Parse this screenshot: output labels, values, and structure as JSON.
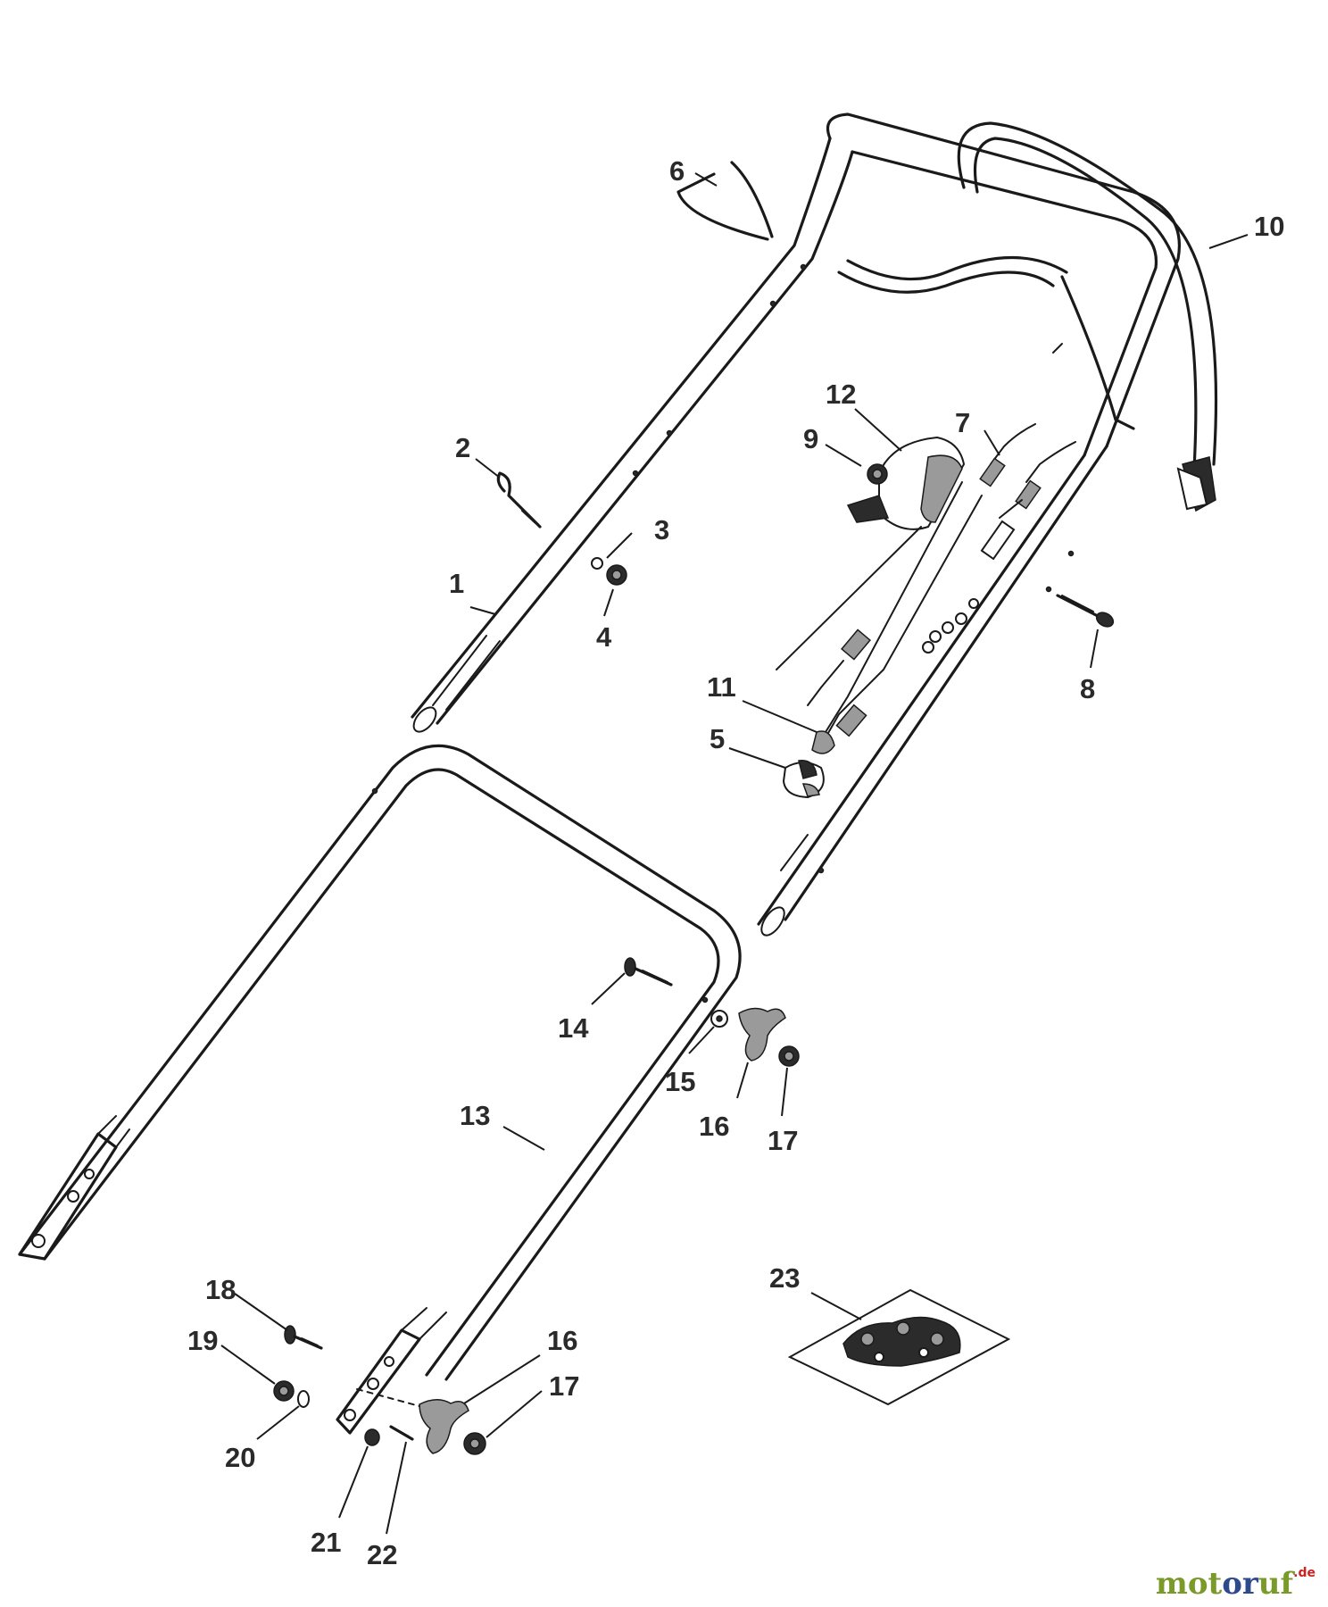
{
  "labels": {
    "p1": "1",
    "p2": "2",
    "p3": "3",
    "p4": "4",
    "p5": "5",
    "p6": "6",
    "p7": "7",
    "p8": "8",
    "p9": "9",
    "p10": "10",
    "p11": "11",
    "p12": "12",
    "p13": "13",
    "p14": "14",
    "p15": "15",
    "p16a": "16",
    "p17a": "17",
    "p18": "18",
    "p19": "19",
    "p20": "20",
    "p16b": "16",
    "p17b": "17",
    "p21": "21",
    "p22": "22",
    "p23": "23"
  },
  "watermark": {
    "part1": "mot",
    "part2": "or",
    "part3": "uf",
    "suffix": ".de"
  }
}
